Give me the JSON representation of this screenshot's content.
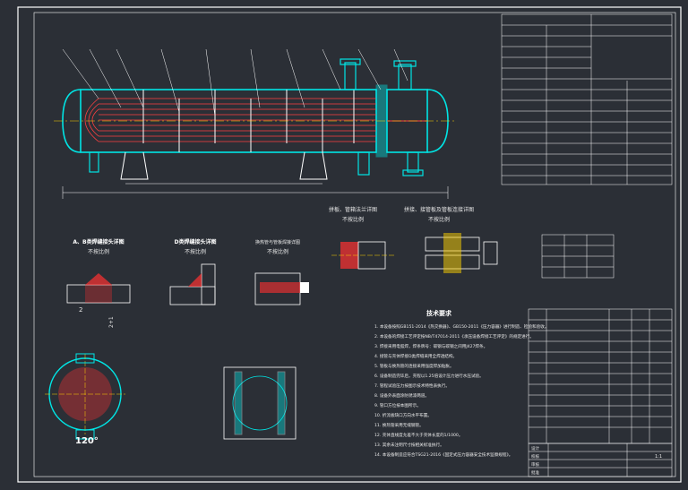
{
  "drawing": {
    "section_labels": {
      "weld_ab": "A、B类焊缝接头详图",
      "weld_d": "D类焊缝接头详图",
      "tube_joint": "换热管与管板焊接详图",
      "flange_bolt": "拼板、管箱法兰详图",
      "tube_sheet": "拼接、接管板及管板连接详图",
      "tech_title": "技术要求",
      "not_to_scale": "不按比例"
    },
    "dimensions": {
      "angle_label": "120°",
      "dim_2": "2",
      "dim_2x1": "2+1"
    },
    "tech_requirements": [
      "1. 本设备按照GB151-2014《热交换器》、GB150-2011《压力容器》进行制造、检验和验收。",
      "2. 本设备的焊接工艺评定按NB/T47014-2011《承压设备焊接工艺评定》的规定进行。",
      "3. 焊接采用电弧焊，焊条牌号：碳钢与碳钢之间用J427焊条。",
      "4. 接管与壳体焊接D类焊缝采用全焊透结构。",
      "5. 管板与换热管的连接采用强度焊加贴胀。",
      "6. 设备制造完毕后，壳程以1.25倍设计压力进行水压试验。",
      "7. 管程试验压力按图示技术特性表执行。",
      "8. 设备外表面涂防锈漆两道。",
      "9. 管口方位按本图所示。",
      "10. 折流板缺口方向水平布置。",
      "11. 换热管采用无缝钢管。",
      "12. 壳体直线度允差不大于壳体长度的1/1000。",
      "13. 其余未注明尺寸按相关标准执行。",
      "14. 本设备制造应符合TSG21-2016《固定式压力容器安全技术监察规程》。"
    ],
    "title_block": {
      "rows": [
        "设计",
        "校核",
        "审核",
        "批准"
      ],
      "scale": "1:1"
    }
  },
  "colors": {
    "background": "#2b2f36",
    "shell": "#00e5e5",
    "tubes": "#ff4040",
    "lines": "#ffffff",
    "hatch": "#ff3030",
    "accent": "#ffd400"
  }
}
